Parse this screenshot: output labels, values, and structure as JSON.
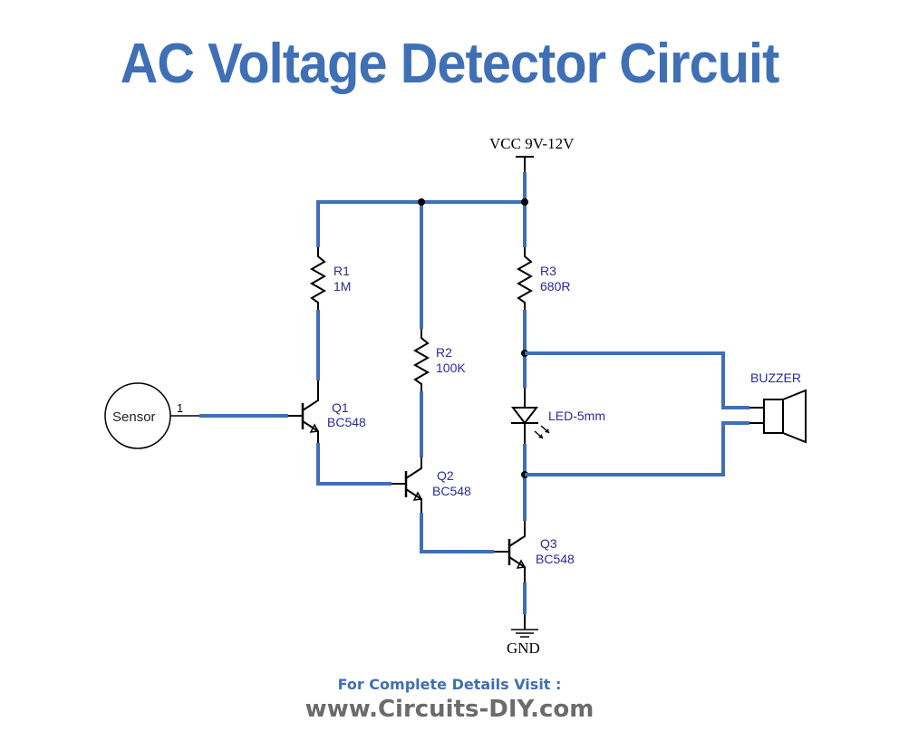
{
  "title": "AC Voltage Detector Circuit",
  "supply": {
    "label": "VCC 9V-12V"
  },
  "ground": {
    "label": "GND"
  },
  "sensor": {
    "label": "Sensor",
    "pin": "1"
  },
  "resistors": [
    {
      "ref": "R1",
      "value": "1M"
    },
    {
      "ref": "R2",
      "value": "100K"
    },
    {
      "ref": "R3",
      "value": "680R"
    }
  ],
  "transistors": [
    {
      "ref": "Q1",
      "value": "BC548"
    },
    {
      "ref": "Q2",
      "value": "BC548"
    },
    {
      "ref": "Q3",
      "value": "BC548"
    }
  ],
  "led": {
    "label": "LED-5mm"
  },
  "buzzer": {
    "label": "BUZZER"
  },
  "footer": {
    "line1": "For Complete Details Visit :",
    "line2": "www.Circuits-DIY.com"
  },
  "colors": {
    "title": "#3f6fb5",
    "wire": "#3f6fb5",
    "label": "#2a2a9a",
    "footer_url": "#6b6b6b"
  }
}
